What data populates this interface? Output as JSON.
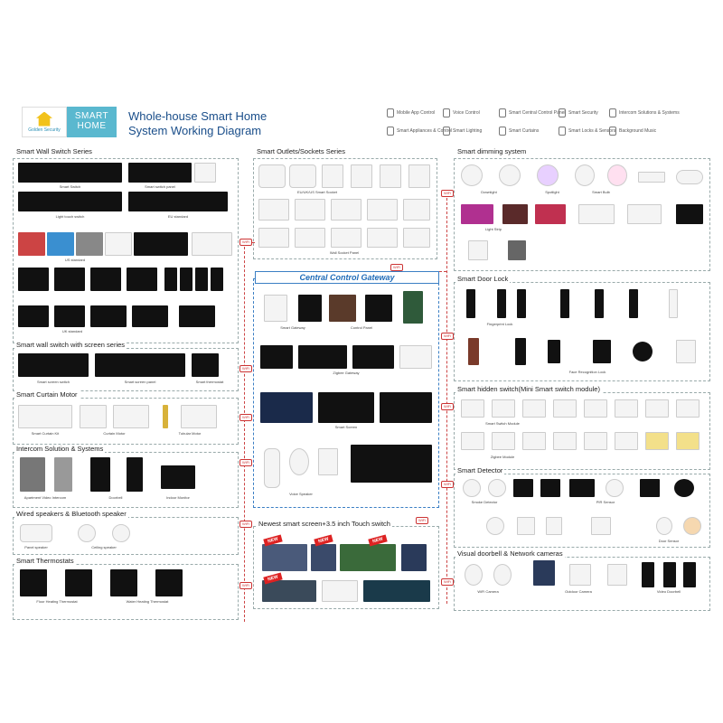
{
  "header": {
    "logo_sub": "Golden Security",
    "logo_right_line1": "SMART",
    "logo_right_line2": "HOME",
    "title_line1": "Whole-house Smart Home",
    "title_line2": "System Working Diagram"
  },
  "legend": [
    "Mobile App Control",
    "Voice Control",
    "Smart Central Control Panel",
    "Smart Security",
    "Intercom Solutions & Systems",
    "Smart Appliances & Control",
    "Smart Lighting",
    "Smart Curtains",
    "Smart Locks & Sensors",
    "Background Music"
  ],
  "sections": {
    "wall_switch": "Smart Wall Switch Series",
    "wall_screen": "Smart wall switch with screen series",
    "curtain": "Smart Curtain Motor",
    "intercom": "Intercom Solution & Systems",
    "speakers": "Wired speakers & Bluetooth speaker",
    "thermostats": "Smart Thermostats",
    "outlets": "Smart Outlets/Sockets Series",
    "gateway": "Central Control Gateway",
    "newest": "Newest smart screen+3.5 inch Touch switch",
    "dimming": "Smart dimming system",
    "door_lock": "Smart Door Lock",
    "hidden_switch": "Smart hidden switch(Mini Smart switch module)",
    "detector": "Smart Detector",
    "cameras": "Visual doorbell & Network cameras"
  },
  "captions": {
    "ws1": "Smart Switch",
    "ws2": "Smart switch panel",
    "ws3": "Light touch switch",
    "ws4": "EU standard",
    "ws5": "US standard",
    "ws6": "UK standard",
    "scr1": "Smart screen switch",
    "scr2": "Smart screen panel",
    "scr3": "Smart thermostat",
    "cur1": "Smart Curtain Kit",
    "cur2": "Curtain Motor",
    "cur3": "Tubular Motor",
    "int1": "Apartment Video Intercom",
    "int2": "Doorbell",
    "int3": "Indoor Monitor",
    "spk1": "Panel speaker",
    "spk2": "Ceiling speaker",
    "thm1": "Floor Heating Thermostat",
    "thm2": "Water Heating Thermostat",
    "out1": "EU/UK/US Smart Socket",
    "out2": "Wall Socket Panel",
    "gw1": "Smart Gateway",
    "gw2": "Control Panel",
    "gw3": "Zigbee Gateway",
    "gw4": "Smart Screen",
    "gw5": "Voice Speaker",
    "dim1": "Downlight",
    "dim2": "Spotlight",
    "dim3": "Smart Bulb",
    "dim4": "Light Strip",
    "lock1": "Fingerprint Lock",
    "lock2": "Face Recognition Lock",
    "mod1": "Smart Switch Module",
    "mod2": "Zigbee Module",
    "det1": "Smoke Detector",
    "det2": "PIR Sensor",
    "det3": "Door Sensor",
    "cam1": "WiFi Camera",
    "cam2": "Outdoor Camera",
    "cam3": "Video Doorbell"
  },
  "badge_label": "WiFi",
  "new_label": "NEW"
}
